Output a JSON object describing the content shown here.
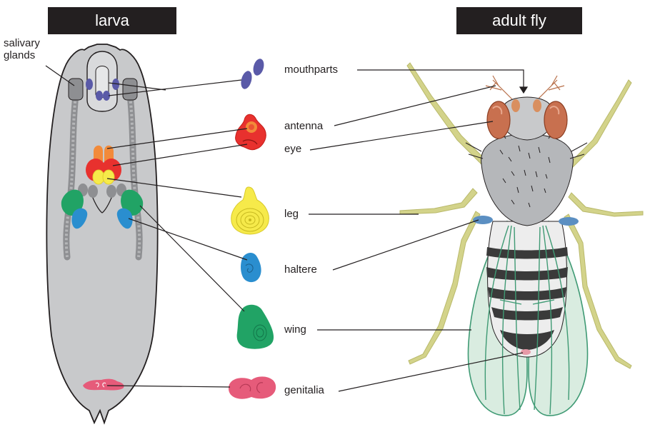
{
  "titles": {
    "larva": "larva",
    "adult": "adult fly"
  },
  "labels": {
    "salivary_glands": "salivary\nglands",
    "mouthparts": "mouthparts",
    "antenna": "antenna",
    "eye": "eye",
    "leg": "leg",
    "haltere": "haltere",
    "wing": "wing",
    "genitalia": "genitalia"
  },
  "colors": {
    "title_bg": "#231f20",
    "larva_body": "#c8c9cb",
    "mouthparts": "#5a5aa8",
    "antenna": "#e8312e",
    "eye_disc": "#f28a3a",
    "leg": "#f6ea4a",
    "haltere": "#2a8ecf",
    "wing": "#21a365",
    "genitalia": "#e65b7a",
    "fly_leg": "#d3d38a",
    "fly_wing": "#d9ece0",
    "fly_eye": "#c8704f"
  }
}
